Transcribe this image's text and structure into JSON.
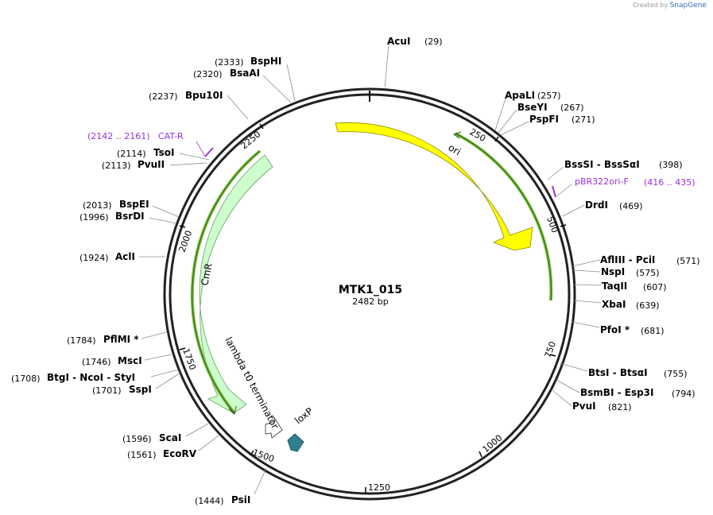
{
  "credit": {
    "prefix": "Created by",
    "brand": "SnapGene"
  },
  "plasmid": {
    "name": "MTK1_015",
    "size_label": "2482 bp",
    "length": 2482
  },
  "ticks": [
    "250",
    "500",
    "750",
    "1000",
    "1250",
    "1500",
    "1750",
    "2000",
    "2250"
  ],
  "enzymes_right": [
    {
      "name": "AcuI",
      "pos": "(29)"
    },
    {
      "name": "ApaLI",
      "pos": "(257)"
    },
    {
      "name": "BseYI",
      "pos": "(267)"
    },
    {
      "name": "PspFI",
      "pos": "(271)"
    },
    {
      "name": "BssSI  -  BssSαI",
      "pos": "(398)"
    },
    {
      "name": "DrdI",
      "pos": "(469)"
    },
    {
      "name": "AflIII   -  PciI",
      "pos": "(571)"
    },
    {
      "name": "NspI",
      "pos": "(575)"
    },
    {
      "name": "TaqII",
      "pos": "(607)"
    },
    {
      "name": "XbaI",
      "pos": "(639)"
    },
    {
      "name": "PfoI *",
      "pos": "(681)"
    },
    {
      "name": "BtsI  -  BtsαI",
      "pos": "(755)"
    },
    {
      "name": "BsmBI  -  Esp3I",
      "pos": "(794)"
    },
    {
      "name": "PvuI",
      "pos": "(821)"
    }
  ],
  "enzymes_left": [
    {
      "name": "BspHI",
      "pos": "(2333)"
    },
    {
      "name": "BsaAI",
      "pos": "(2320)"
    },
    {
      "name": "Bpu10I",
      "pos": "(2237)"
    },
    {
      "name": "TsoI",
      "pos": "(2114)"
    },
    {
      "name": "PvuII",
      "pos": "(2113)"
    },
    {
      "name": "BspEI",
      "pos": "(2013)"
    },
    {
      "name": "BsrDI",
      "pos": "(1996)"
    },
    {
      "name": "AclI",
      "pos": "(1924)"
    },
    {
      "name": "PflMI *",
      "pos": "(1784)"
    },
    {
      "name": "MscI",
      "pos": "(1746)"
    },
    {
      "name": "BtgI  -  NcoI  -  StyI",
      "pos": "(1708)"
    },
    {
      "name": "SspI",
      "pos": "(1701)"
    },
    {
      "name": "ScaI",
      "pos": "(1596)"
    },
    {
      "name": "EcoRV",
      "pos": "(1561)"
    },
    {
      "name": "PsiI",
      "pos": "(1444)"
    }
  ],
  "primers": [
    {
      "name": "pBR322ori-F",
      "range": "(416 .. 435)",
      "color": "#9b30d9"
    },
    {
      "name": "CAT-R",
      "range": "(2142 .. 2161)",
      "color": "#9b30d9"
    }
  ],
  "features": [
    {
      "name": "ori",
      "color": "#ffff00"
    },
    {
      "name": "CmR",
      "color": "#ccffcc"
    },
    {
      "name": "lambda t0 terminator",
      "color": "#ffffff"
    },
    {
      "name": "loxP",
      "color": "#2e7f8f"
    }
  ]
}
